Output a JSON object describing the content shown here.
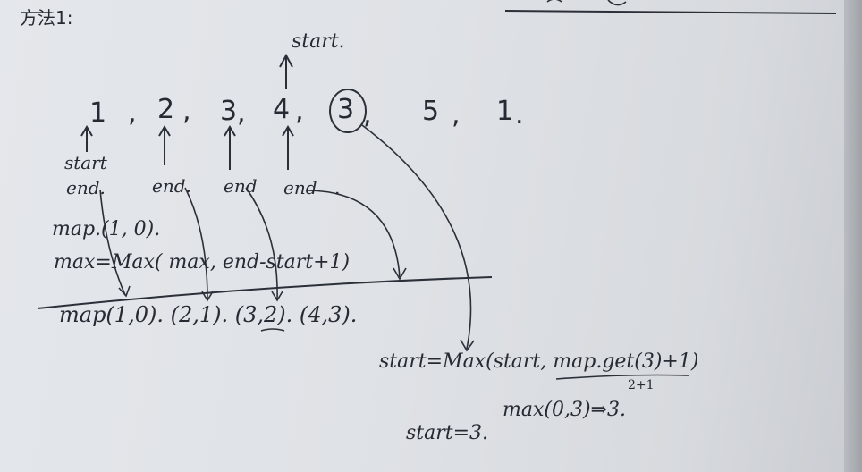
{
  "method_heading": "方法1:",
  "array": [
    "1",
    ",",
    "2",
    ",",
    "3",
    ",",
    "4",
    ",",
    "3",
    ",",
    "5",
    ",",
    "1",
    "."
  ],
  "start_top_label": "start.",
  "start_below_label": "start",
  "end_labels": [
    "end.",
    "end.",
    "end",
    "end",
    "."
  ],
  "map_init": "map.(1, 0).",
  "max_formula": "max=Max( max, end-start+1)",
  "map_state": "map(1,0). (2,1). (3,2). (4,3).",
  "start_formula": "start=Max(start, map.get(3)+1)",
  "start_formula_sub": "2+1",
  "max_example": "max(0,3)⇒3.",
  "start_result": "start=3.",
  "ink_color": "#262a33"
}
